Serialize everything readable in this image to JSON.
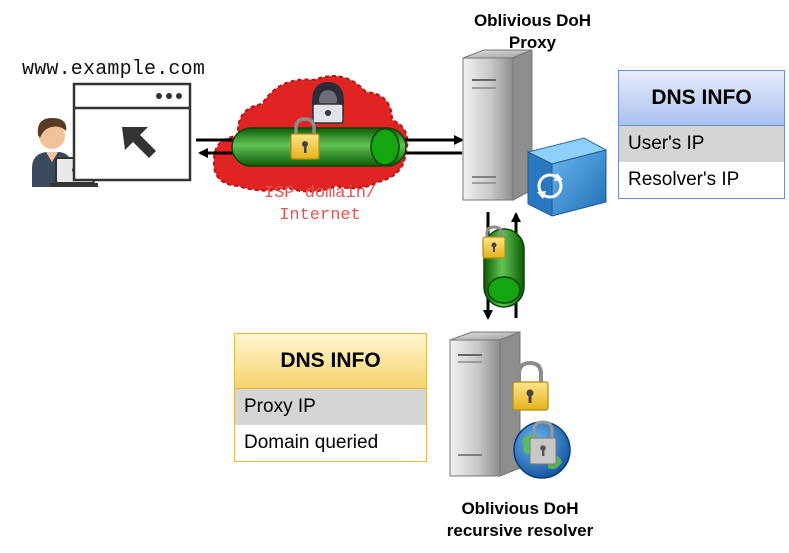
{
  "client": {
    "url": "www.example.com"
  },
  "network": {
    "label_line1": "ISP domain/",
    "label_line2": "Internet"
  },
  "proxy": {
    "title_line1": "Oblivious DoH",
    "title_line2": "Proxy",
    "dns_info": {
      "header": "DNS INFO",
      "rows": [
        "User's IP",
        "Resolver's IP"
      ]
    }
  },
  "resolver": {
    "title_line1": "Oblivious DoH",
    "title_line2": "recursive resolver",
    "dns_info": {
      "header": "DNS INFO",
      "rows": [
        "Proxy IP",
        "Domain queried"
      ]
    }
  },
  "colors": {
    "tunnel_green": "#2f9e1f",
    "cloud_red": "#e02424",
    "proxy_box_header": "#a9c0ee",
    "resolver_box_header": "#f6d56f",
    "isp_label": "#e55353"
  }
}
